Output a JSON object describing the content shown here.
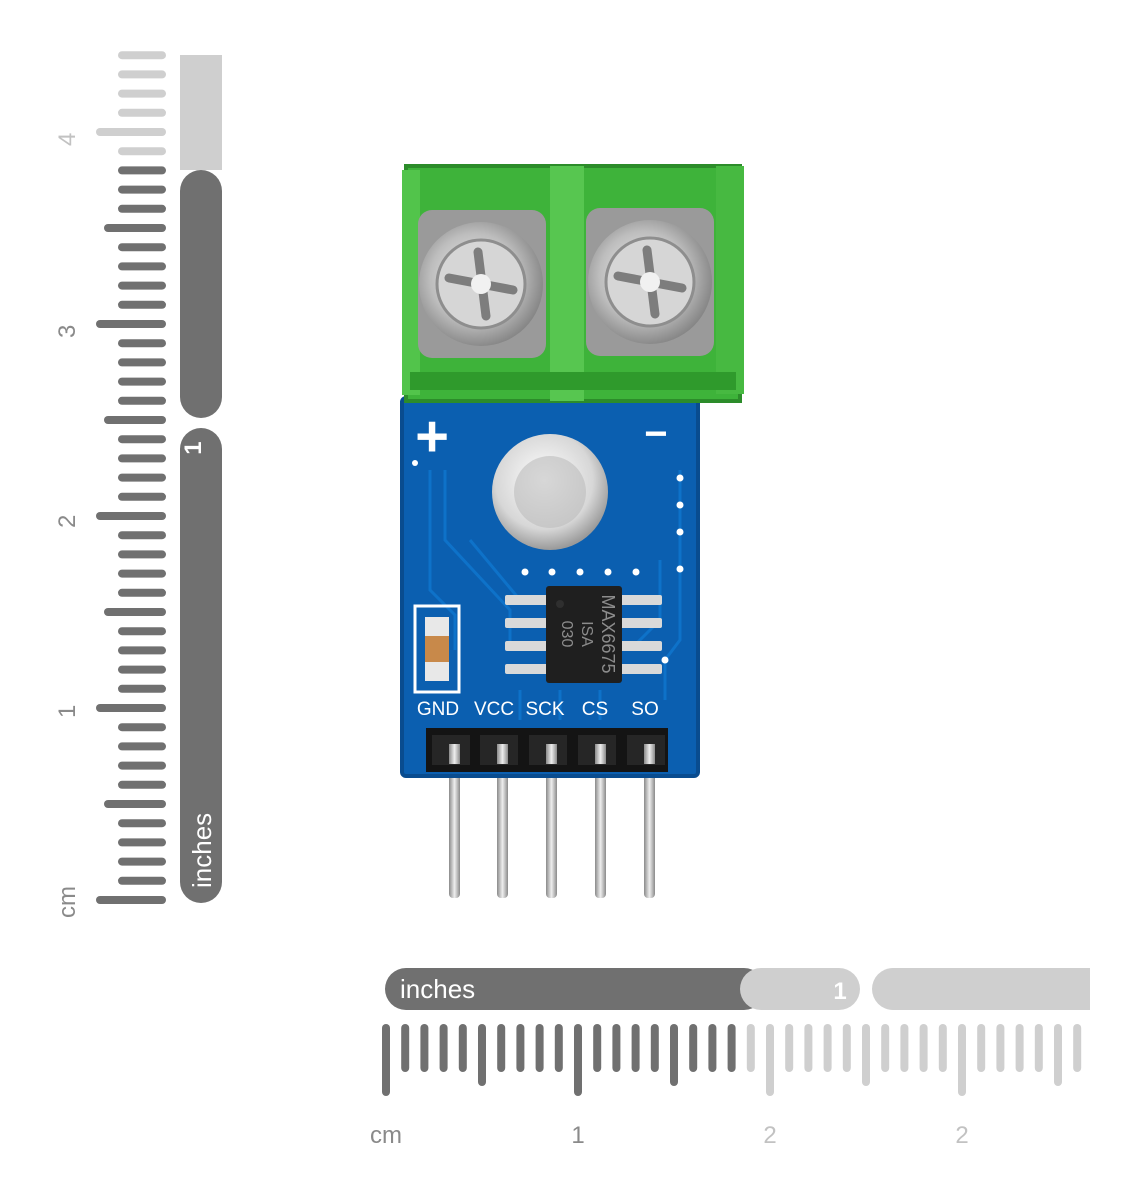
{
  "vertical_ruler": {
    "unit_label": "inches",
    "inch_number": "1",
    "cm_label": "cm",
    "cm_numbers": [
      "1",
      "2",
      "3",
      "4"
    ]
  },
  "horizontal_ruler": {
    "unit_label": "inches",
    "inch_number": "1",
    "cm_label": "cm",
    "cm_numbers": [
      "1",
      "2",
      "2"
    ]
  },
  "board": {
    "plus_marking": "+",
    "minus_marking": "−",
    "chip_lines": [
      "MAX6675",
      "ISA",
      "030"
    ],
    "pin_labels": [
      "GND",
      "VCC",
      "SCK",
      "CS",
      "SO"
    ]
  },
  "colors": {
    "pcb_blue": "#0b5fb0",
    "terminal_green": "#3eb33a",
    "ruler_dark": "#707070",
    "ruler_light": "#cfcfcf",
    "chip_black": "#1f1f1f"
  }
}
